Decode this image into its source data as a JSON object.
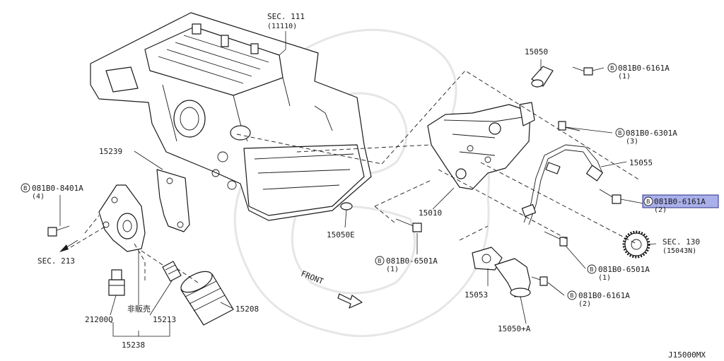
{
  "diagram_code": "J15000MX",
  "sections": {
    "sec111": "SEC. 111",
    "sec111_sub": "(11110)",
    "sec213": "SEC. 213",
    "sec130": "SEC. 130",
    "sec130_sub": "(15043N)"
  },
  "parts": {
    "p15050": "15050",
    "p15239": "15239",
    "p15055": "15055",
    "p15010": "15010",
    "p15050e": "15050E",
    "p15053": "15053",
    "p15050a": "15050+A",
    "p15208": "15208",
    "p15213": "15213",
    "p21200q": "21200Q",
    "p15238": "15238",
    "not_sold": "非販売"
  },
  "bolts": {
    "b1": {
      "code": "081B0-6161A",
      "qty": "(1)"
    },
    "b2": {
      "code": "081B0-6301A",
      "qty": "(3)"
    },
    "b3": {
      "code": "081B0-6161A",
      "qty": "(2)"
    },
    "b4": {
      "code": "081B0-8401A",
      "qty": "(4)"
    },
    "b5": {
      "code": "081B0-6501A",
      "qty": "(1)"
    },
    "b6": {
      "code": "081B0-6501A",
      "qty": "(1)"
    },
    "b7": {
      "code": "081B0-6161A",
      "qty": "(2)"
    }
  },
  "bolt_prefix": "B",
  "front_label": "FRONT"
}
